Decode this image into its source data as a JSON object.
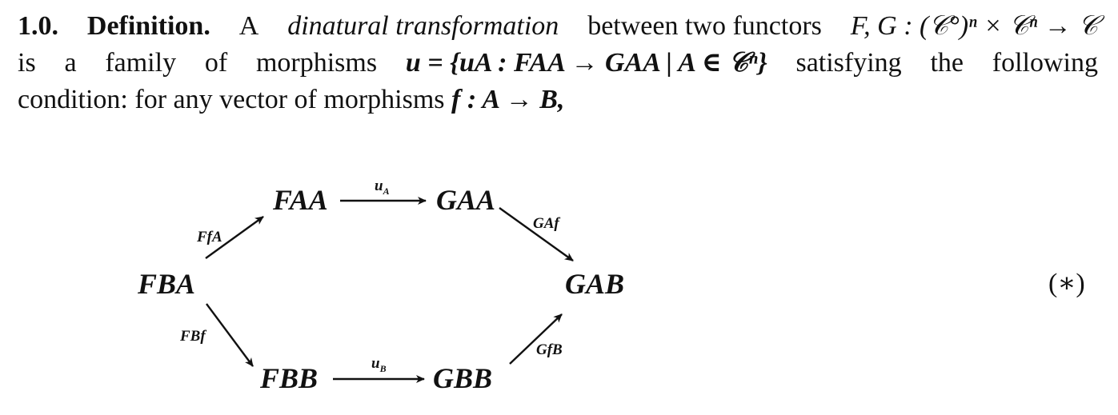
{
  "paragraph": {
    "line1": {
      "number": "1.0.",
      "heading": "Definition.",
      "lead": "A",
      "term": "dinatural transformation",
      "text": "between two functors",
      "formula": "F, G : (𝒞°)ⁿ × 𝒞ⁿ → 𝒞"
    },
    "line2": {
      "w1": "is",
      "w2": "a",
      "w3": "family",
      "w4": "of",
      "w5": "morphisms",
      "formula": "u = {uA : FAA → GAA | A ∈ 𝒞ⁿ}",
      "w6": "satisfying",
      "w7": "the",
      "w8": "following"
    },
    "line3": {
      "text": "condition: for any vector of morphisms",
      "formula": "f : A → B,"
    }
  },
  "diagram": {
    "nodes": {
      "FAA": "FAA",
      "GAA": "GAA",
      "FBA": "FBA",
      "GAB": "GAB",
      "FBB": "FBB",
      "GBB": "GBB"
    },
    "arrow_labels": {
      "uA": "u",
      "uA_sub": "A",
      "uB": "u",
      "uB_sub": "B",
      "FfA": "FfA",
      "GAf": "GAf",
      "FBf": "FBf",
      "GfB": "GfB"
    },
    "tag": "(∗)"
  }
}
